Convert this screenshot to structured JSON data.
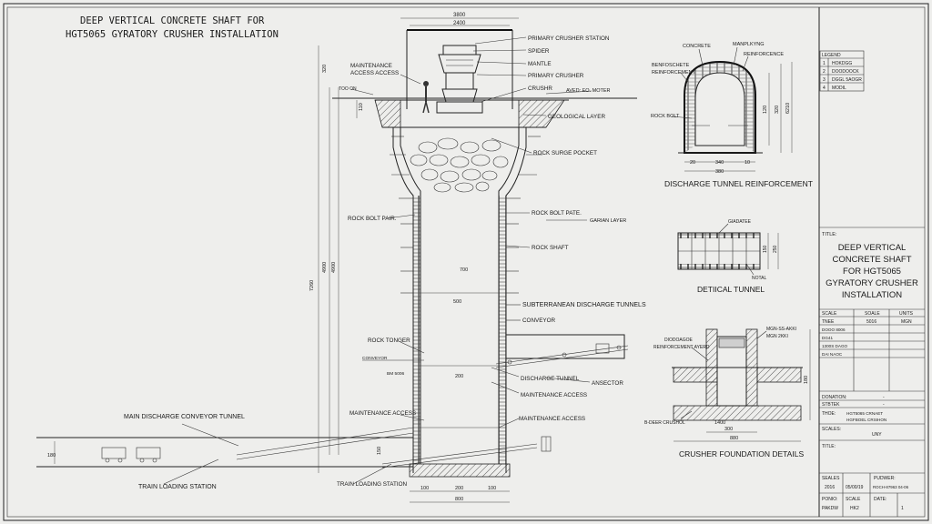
{
  "title": {
    "line1": "DEEP VERTICAL CONCRETE SHAFT FOR",
    "line2": "HGT5065 GYRATORY CRUSHER INSTALLATION"
  },
  "main_labels": {
    "primary_crusher_station": "PRIMARY CRUSHER STATION",
    "spider": "SPIDER",
    "mantle": "MANTLE",
    "primary_crusher": "PRIMARY CRUSHER",
    "crushr": "CRUSHR",
    "maintenance_access_top1": "MAINTENANCE",
    "maintenance_access_top2": "ACCESS ACCESS",
    "top_on": "TOO ON",
    "aved_motor": "AVED: EO. MOTER",
    "geological_layer": "GEOLOGICAL LAYER",
    "rock_surge_pocket": "ROCK SURGE POCKET",
    "rock_bolt_pair": "ROCK BOLT PAIR.",
    "rock_bolt_pate": "ROCK BOLT PATE.",
    "garian_layer": "GARIAN LAYER",
    "rock_shaft": "ROCK SHAFT",
    "subterranean_discharge_tunnels": "SUBTERRANEAN DISCHARGE TUNNELS",
    "conveyor": "CONVEYOR",
    "rock_tonger": "ROCK TONGER",
    "conveyor_small": "CONVEYOR",
    "discharge_tunnel": "DISCHARGE TUNNEL",
    "ansector": "ANSECTOR",
    "maintenance_access_mid": "MAINTENANCE ACCESS",
    "maintenance_access_left": "MAINTENANCE ACCESS",
    "maintenance_access_low": "MAINTENANCE ACCESS",
    "main_discharge_conveyor_tunnel": "MAIN DISCHARGE CONVEYOR TUNNEL",
    "train_loading_station_left": "TRAIN LOADING STATION",
    "train_loading_station_bottom": "TRAIN LOADING STATION",
    "bm_label": "BM 5006"
  },
  "dimensions": {
    "top_3800": "3800",
    "top_2400": "2400",
    "left_320": "320",
    "left_7260": "7260",
    "left_4900": "4900",
    "left_110": "110",
    "inner_700": "700",
    "inner_500": "500",
    "inner_200": "200",
    "shaft_150": "150",
    "bottom_100a": "100",
    "bottom_200": "200",
    "bottom_100b": "100",
    "bottom_800": "800",
    "tunnel_180": "180"
  },
  "tunnel_detail": {
    "concrete": "CONCRETE",
    "manplkyng": "MANPLKYNG",
    "reinforcence": "REINFORCENCE",
    "reinf_left1": "BENFOSCHETE",
    "reinf_left2": "REINFORCEMENT",
    "rock_bolt": "ROCK BOLT",
    "dim_20": "20",
    "dim_340": "340",
    "dim_10": "10",
    "dim_380": "380",
    "dim_r120": "120",
    "dim_r320": "320",
    "dim_r6210": "6210",
    "title": "DISCHARGE TUNNEL REINFORCEMENT"
  },
  "legend": {
    "heading": "LEGEND",
    "rows": [
      {
        "num": "1",
        "text": "HOKDGG"
      },
      {
        "num": "2",
        "text": "DOODOOCK"
      },
      {
        "num": "3",
        "text": "DGGL 5AOGR"
      },
      {
        "num": "4",
        "text": "MODIL"
      }
    ]
  },
  "detail_tunnel": {
    "label_top": "GIADATEE",
    "label_bottom": "NOTAL",
    "dim_a": "150",
    "dim_b": "250",
    "title": "DETIICAL TUNNEL"
  },
  "foundation": {
    "label1": "DIODOAGOE",
    "label2": "REINFORCEMENT AYERD",
    "label3": "MGN-SS-AKKI",
    "label4": "MGN 2KKI",
    "label5": "B-DEER CRUSHOL",
    "dim_300": "300",
    "dim_1400": "1400",
    "dim_880": "880",
    "dim_180": "180",
    "title": "CRUSHER FOUNDATION DETAILS"
  },
  "title_block": {
    "title_label": "TITLE:",
    "title_line1": "DEEP VERTICAL",
    "title_line2": "CONCRETE SHAFT",
    "title_line3": "FOR HGT5065",
    "title_line4": "GYRATORY CRUSHER",
    "title_line5": "INSTALLATION",
    "scale_h1": "SCALE",
    "scale_h2": "SOALE",
    "scale_h3": "UNITS",
    "row1_a": "TNEE",
    "row1_b": "5016",
    "row1_c": "MGN",
    "rows_misc": [
      "DOOO 8006",
      "DG41",
      "1300S DAGO",
      "DAI NAOC"
    ],
    "donation": "DONATION:",
    "donation_val": "-",
    "stbtek": "STBTEK",
    "stbtek_val": "-",
    "thoe_label": "THOE:",
    "thoe_val1": "HGT5065 CRNAET",
    "thoe_val2": "HGFBOEL CRSIHON",
    "scales_label": "SCALES:",
    "scales_val": "UNY",
    "title2_label": "TITLE:",
    "b_seales": "SEALES",
    "b_seales_val": "2016",
    "b_date": "05/00/19",
    "b_pudwer": "PUDWER:",
    "b_pudwer_val": "ROCH-87963 04-06",
    "b_ponio": "PONIO:",
    "b_ponio_val": "PAKDW",
    "b_scale": "SCALE",
    "b_scale_val": "HK2",
    "b_date2": "DATE:",
    "b_date2_val": "1"
  }
}
